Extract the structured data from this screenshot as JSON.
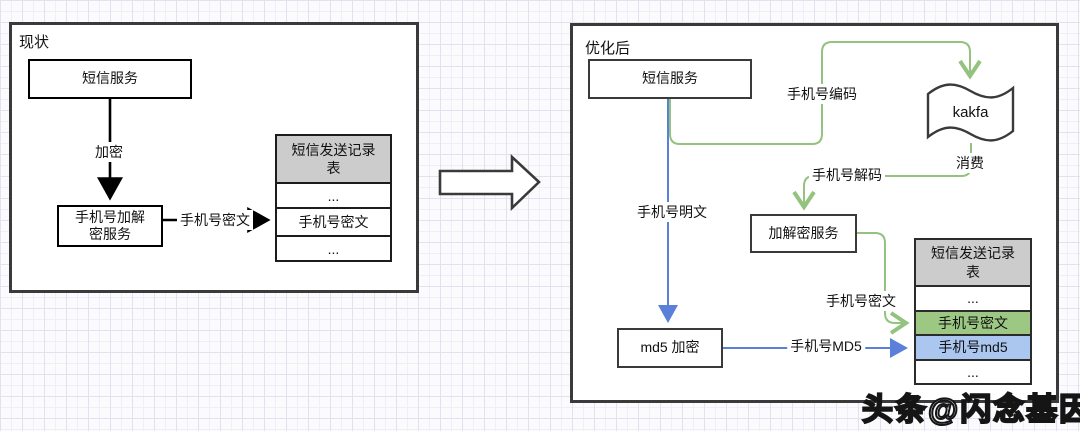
{
  "colors": {
    "green_line": "#94c27f",
    "green_fill": "#9dc884",
    "blue_line": "#5b80d9",
    "blue_fill": "#abc7f0",
    "table_header_gray": "#cccccc",
    "border_dark": "#3a3a3a"
  },
  "left_panel": {
    "title": "现状",
    "sms_service_box": "短信服务",
    "encrypt_label": "加密",
    "crypto_service_box": "手机号加解\n密服务",
    "cipher_label": "手机号密文",
    "table": {
      "title": "短信发送记录\n表",
      "rows": [
        {
          "text": "..."
        },
        {
          "text": "手机号密文"
        },
        {
          "text": "..."
        }
      ]
    }
  },
  "right_panel": {
    "title": "优化后",
    "sms_service_box": "短信服务",
    "encode_label": "手机号编码",
    "kafka_box": "kakfa",
    "consume_label": "消费",
    "decode_label": "手机号解码",
    "plaintext_label": "手机号明文",
    "crypto_service_box": "加解密服务",
    "md5_box": "md5 加密",
    "cipher_label": "手机号密文",
    "md5_label": "手机号MD5",
    "table": {
      "title": "短信发送记录\n表",
      "rows": [
        {
          "text": "..."
        },
        {
          "text": "手机号密文"
        },
        {
          "text": "手机号md5"
        },
        {
          "text": "..."
        }
      ]
    }
  },
  "watermark": "头条@闪念基因"
}
